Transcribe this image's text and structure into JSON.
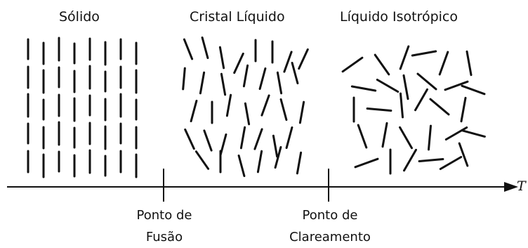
{
  "phases": {
    "solid": "Sólido",
    "liquid_crystal": "Cristal Líquido",
    "isotropic_liquid": "Líquido Isotrópico"
  },
  "axis": {
    "label": "T"
  },
  "transitions": {
    "melting": {
      "line1": "Ponto de",
      "line2": "Fusão"
    },
    "clearing": {
      "line1": "Ponto de",
      "line2": "Clareamento"
    }
  },
  "colors": {
    "ink": "#111111",
    "background": "#ffffff"
  }
}
